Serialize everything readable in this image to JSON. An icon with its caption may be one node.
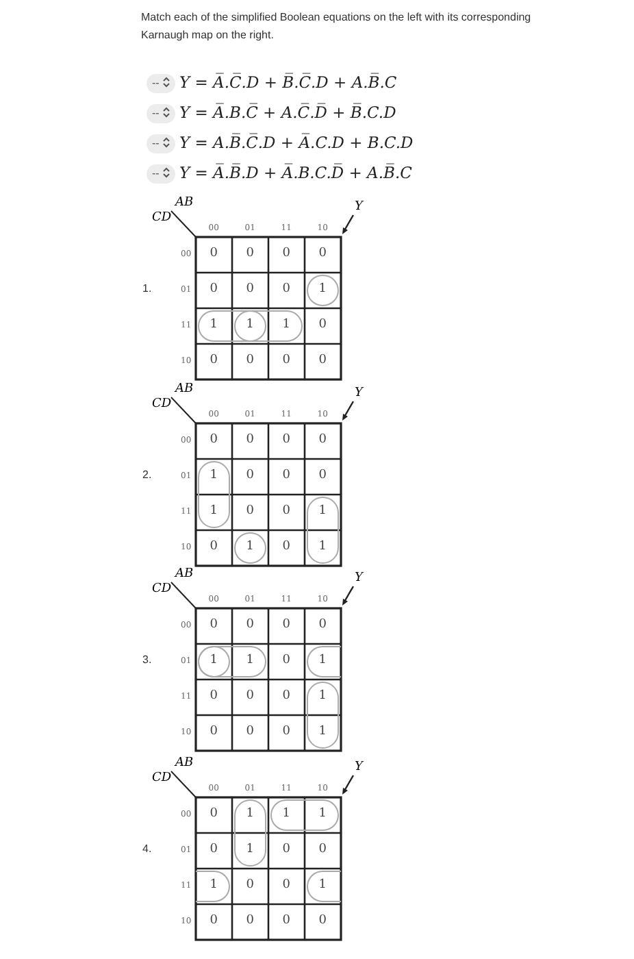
{
  "diagram": {
    "labels": [
      "Match each of the simplified Boolean equations on the left with its corresponding Karnaugh map on the right.",
      "--",
      "Y = A̅.C̅.D + B̅.C̅.D + A.B̅.C",
      "--",
      "Y = A̅.B.C̅ + A.C̅.D̅ + B̅.C.D",
      "--",
      "Y = A.B̅.C̅.D + A̅.C.D + B.C.D",
      "--",
      "Y = A̅.B̅.D + A̅.B.C.D̅ + A.B̅.C",
      "1.",
      "AB",
      "CD",
      "Y",
      "00",
      "01",
      "11",
      "10",
      "00",
      "0",
      "0",
      "0",
      "0",
      "01",
      "0",
      "0",
      "0",
      "1",
      "11",
      "1",
      "1",
      "1",
      "0",
      "10",
      "0",
      "0",
      "0",
      "0",
      "2.",
      "AB",
      "CD",
      "Y",
      "00",
      "01",
      "11",
      "10",
      "00",
      "0",
      "0",
      "0",
      "0",
      "01",
      "1",
      "0",
      "0",
      "0",
      "11",
      "1",
      "0",
      "0",
      "1",
      "10",
      "0",
      "1",
      "0",
      "1",
      "3.",
      "AB",
      "CD",
      "Y",
      "00",
      "01",
      "11",
      "10",
      "00",
      "0",
      "0",
      "0",
      "0",
      "01",
      "1",
      "1",
      "0",
      "1",
      "11",
      "0",
      "0",
      "0",
      "1",
      "10",
      "0",
      "0",
      "0",
      "1",
      "4.",
      "AB",
      "CD",
      "Y",
      "00",
      "01",
      "11",
      "10",
      "00",
      "0",
      "1",
      "1",
      "1",
      "01",
      "0",
      "1",
      "0",
      "0",
      "11",
      "1",
      "0",
      "0",
      "1",
      "10",
      "0",
      "0",
      "0",
      "0"
    ]
  }
}
